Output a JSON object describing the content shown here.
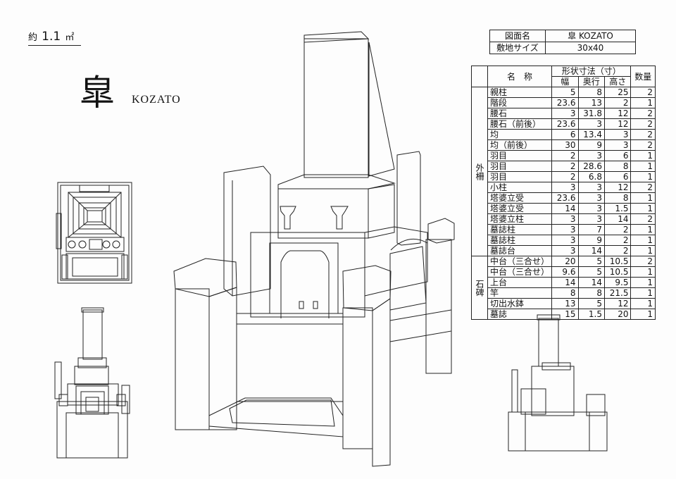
{
  "header": {
    "area_prefix": "約",
    "area_value": "1.1",
    "area_unit": "㎡",
    "model_kanji": "皐",
    "model_romaji": "KOZATO"
  },
  "info_table": {
    "drawing_name_label": "図面名",
    "drawing_name_value": "皐 KOZATO",
    "site_size_label": "敷地サイズ",
    "site_size_value": "30x40"
  },
  "spec_table": {
    "header_dims": "形状寸法（寸）",
    "col_name": "名　称",
    "col_width": "幅",
    "col_depth": "奥行",
    "col_height": "高さ",
    "col_qty": "数量",
    "group_outer": "外柵",
    "group_stone": "石碑",
    "outer_rows": [
      {
        "name": "親柱",
        "w": "5",
        "d": "8",
        "h": "25",
        "q": "2"
      },
      {
        "name": "階段",
        "w": "23.6",
        "d": "13",
        "h": "2",
        "q": "1"
      },
      {
        "name": "腰石",
        "w": "3",
        "d": "31.8",
        "h": "12",
        "q": "2"
      },
      {
        "name": "腰石（前後）",
        "w": "23.6",
        "d": "3",
        "h": "12",
        "q": "2"
      },
      {
        "name": "均",
        "w": "6",
        "d": "13.4",
        "h": "3",
        "q": "2"
      },
      {
        "name": "均（前後）",
        "w": "30",
        "d": "9",
        "h": "3",
        "q": "2"
      },
      {
        "name": "羽目",
        "w": "2",
        "d": "3",
        "h": "6",
        "q": "1"
      },
      {
        "name": "羽目",
        "w": "2",
        "d": "28.6",
        "h": "8",
        "q": "1"
      },
      {
        "name": "羽目",
        "w": "2",
        "d": "6.8",
        "h": "6",
        "q": "1"
      },
      {
        "name": "小柱",
        "w": "3",
        "d": "3",
        "h": "12",
        "q": "2"
      },
      {
        "name": "塔婆立受",
        "w": "23.6",
        "d": "3",
        "h": "8",
        "q": "1"
      },
      {
        "name": "塔婆立受",
        "w": "14",
        "d": "3",
        "h": "1.5",
        "q": "1"
      },
      {
        "name": "塔婆立柱",
        "w": "3",
        "d": "3",
        "h": "14",
        "q": "2"
      },
      {
        "name": "墓誌柱",
        "w": "3",
        "d": "7",
        "h": "2",
        "q": "1"
      },
      {
        "name": "墓誌柱",
        "w": "3",
        "d": "9",
        "h": "2",
        "q": "1"
      },
      {
        "name": "墓誌台",
        "w": "3",
        "d": "14",
        "h": "2",
        "q": "1"
      }
    ],
    "stone_rows": [
      {
        "name": "中台（三合せ）",
        "w": "20",
        "d": "5",
        "h": "10.5",
        "q": "2"
      },
      {
        "name": "中台（三合せ）",
        "w": "9.6",
        "d": "5",
        "h": "10.5",
        "q": "1"
      },
      {
        "name": "上台",
        "w": "14",
        "d": "14",
        "h": "9.5",
        "q": "1"
      },
      {
        "name": "竿",
        "w": "8",
        "d": "8",
        "h": "21.5",
        "q": "1"
      },
      {
        "name": "切出水鉢",
        "w": "13",
        "d": "5",
        "h": "12",
        "q": "1"
      },
      {
        "name": "墓誌",
        "w": "15",
        "d": "1.5",
        "h": "20",
        "q": "1"
      }
    ]
  }
}
